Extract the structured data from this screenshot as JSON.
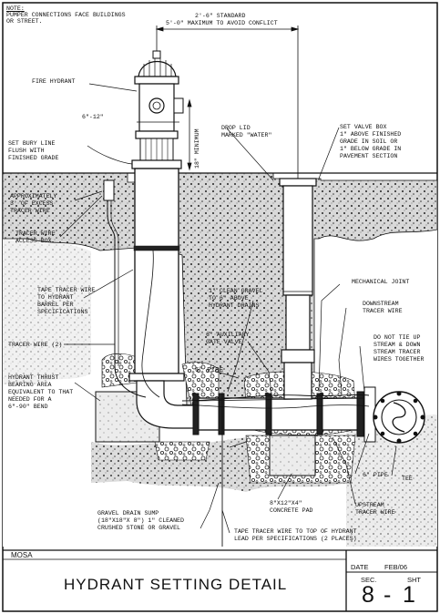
{
  "note": {
    "heading": "NOTE:",
    "lines": [
      "PUMPER CONNECTIONS FACE BUILDINGS",
      "OR STREET."
    ]
  },
  "dimensions": {
    "standard": "2'-6\" STANDARD",
    "maximum": "5'-0\" MAXIMUM TO AVOID CONFLICT",
    "offset": "6\"-12\"",
    "minimum": "18\" MINIMUM"
  },
  "labels": {
    "fire_hydrant": "FIRE HYDRANT",
    "set_bury_line": [
      "SET BURY LINE",
      "FLUSH WITH",
      "FINISHED GRADE"
    ],
    "approx_tracer": [
      "APPROXIMATELY",
      "3' OF EXCESS",
      "TRACER WIRE"
    ],
    "tracer_box": [
      "TRACER WIRE",
      "ACCESS BOX"
    ],
    "tape_tracer": [
      "TAPE TRACER WIRE",
      "TO HYDRANT",
      "BARREL PER",
      "SPECIFICATIONS"
    ],
    "tracer_wire_2": "TRACER WIRE (2)",
    "thrust": [
      "HYDRANT THRUST",
      "BEARING AREA",
      "EQUIVALENT TO THAT",
      "NEEDED FOR A",
      "6\"-90\" BEND"
    ],
    "drop_lid": [
      "DROP LID",
      "MARKED \"WATER\""
    ],
    "set_valve_box": [
      "SET VALVE BOX",
      "1\" ABOVE FINISHED",
      "GRADE IN SOIL OR",
      "1\" BELOW GRADE IN",
      "PAVEMENT SECTION"
    ],
    "clean_gravel": [
      "1\" CLEAN GRAVEL",
      "TO 6\" ABOVE",
      "HYDRANT DRAINS"
    ],
    "mechanical_joint": "MECHANICAL JOINT",
    "downstream": [
      "DOWNSTREAM",
      "TRACER WIRE"
    ],
    "do_not_tie": [
      "DO NOT TIE UP",
      "STREAM & DOWN",
      "STREAM TRACER",
      "WIRES TOGETHER"
    ],
    "aux_valve": [
      "6\" AUXILIARY",
      "GATE VALVE"
    ],
    "pipe_6_left": "6\" PIPE",
    "pipe_6_right": "6\" PIPE",
    "tee": "TEE",
    "concrete_pad": [
      "8\"x12\"x4\"",
      "CONCRETE PAD"
    ],
    "upstream": [
      "UPSTREAM",
      "TRACER WIRE"
    ],
    "gravel_sump": [
      "GRAVEL DRAIN SUMP",
      "(18\"x18\"x 8\") 1\" CLEANED",
      "CRUSHED STONE OR GRAVEL"
    ],
    "tape_tracer_top": [
      "TAPE TRACER WIRE TO TOP OF HYDRANT",
      "LEAD PER SPECIFICATIONS (2 PLACES)"
    ]
  },
  "title_block": {
    "org": "MOSA",
    "title": "HYDRANT SETTING DETAIL",
    "date_label": "DATE",
    "date_value": "FEB/06",
    "sec_label": "SEC.",
    "sht_label": "SHT",
    "sec_value": "8",
    "sht_value": "1",
    "separator": "-"
  }
}
